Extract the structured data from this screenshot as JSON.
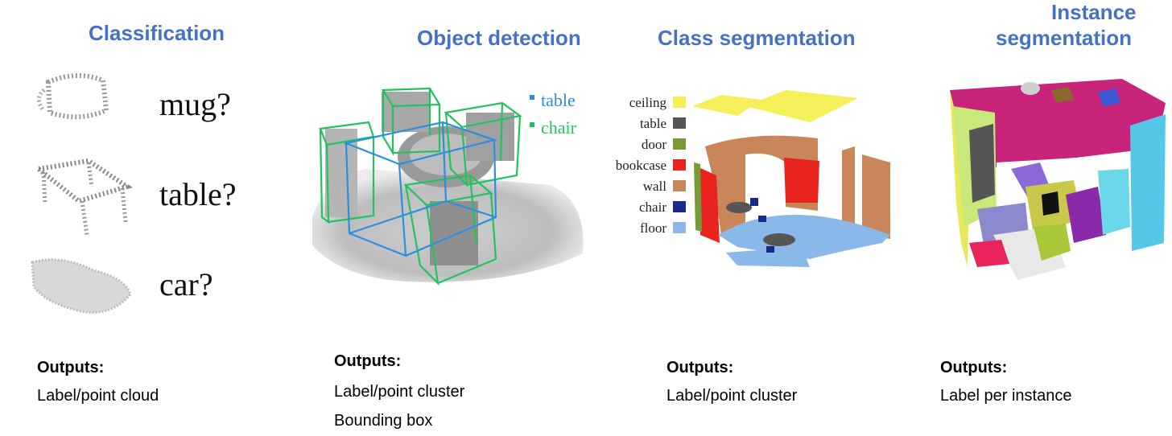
{
  "panels": [
    {
      "heading": "Classification",
      "classes": [
        "mug?",
        "table?",
        "car?"
      ],
      "outputs_title": "Outputs:",
      "outputs": [
        "Label/point cloud"
      ]
    },
    {
      "heading": "Object detection",
      "legend": [
        {
          "label": "table",
          "color": "#2a8fe0"
        },
        {
          "label": "chair",
          "color": "#22c35e"
        }
      ],
      "outputs_title": "Outputs:",
      "outputs": [
        "Label/point cluster",
        "Bounding box"
      ]
    },
    {
      "heading": "Class segmentation",
      "legend": [
        {
          "label": "ceiling",
          "color": "#f5f05a"
        },
        {
          "label": "table",
          "color": "#555555"
        },
        {
          "label": "door",
          "color": "#7a9a3a"
        },
        {
          "label": "bookcase",
          "color": "#e8241c"
        },
        {
          "label": "wall",
          "color": "#c8865a"
        },
        {
          "label": "chair",
          "color": "#1a2a8a"
        },
        {
          "label": "floor",
          "color": "#8ab8e8"
        }
      ],
      "outputs_title": "Outputs:",
      "outputs": [
        "Label/point cluster"
      ]
    },
    {
      "heading_line1": "Instance",
      "heading_line2": "segmentation",
      "outputs_title": "Outputs:",
      "outputs": [
        "Label per instance"
      ]
    }
  ]
}
